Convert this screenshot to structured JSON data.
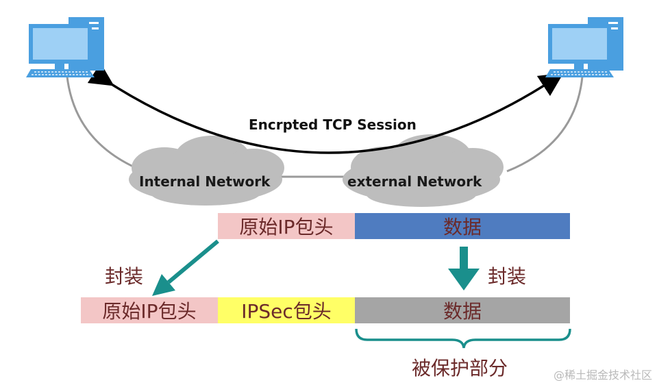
{
  "network": {
    "session_label": "Encrpted TCP Session",
    "internal_label": "Internal Network",
    "external_label": "external Network"
  },
  "top_packet": {
    "header_label": "原始IP包头",
    "data_label": "数据"
  },
  "bottom_packet": {
    "header_label": "原始IP包头",
    "ipsec_label": "IPSec包头",
    "data_label": "数据"
  },
  "encap_left_label": "封装",
  "encap_right_label": "封装",
  "protected_label": "被保护部分",
  "watermark": "@稀土掘金技术社区",
  "colors": {
    "header_pink": "#f3c6c6",
    "ipsec_yellow": "#ffff66",
    "data_blue": "#4f7cc0",
    "data_gray": "#a5a5a5",
    "teal": "#1a8f8c",
    "cloud_gray": "#bdbdbd",
    "computer_blue": "#4a9fe0"
  }
}
